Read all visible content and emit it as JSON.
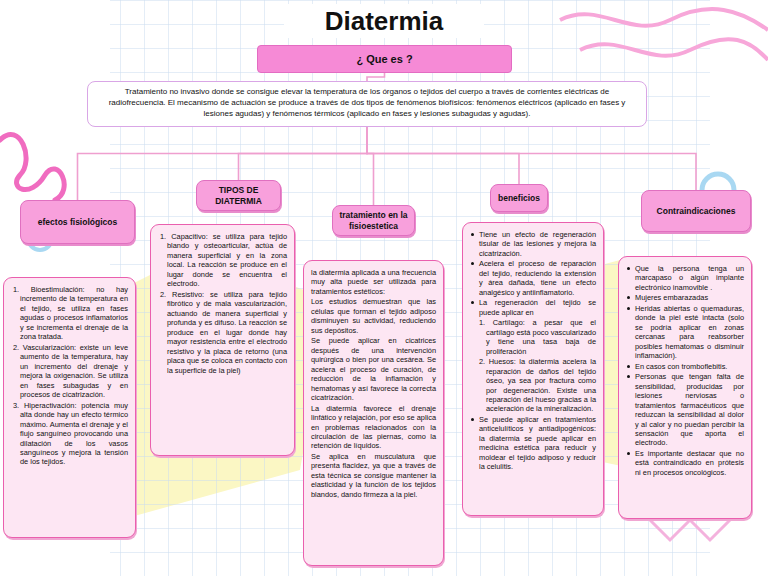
{
  "diagram": {
    "title": "Diatermia",
    "nodes": [
      {
        "text": [
          "¿ Que es ?"
        ]
      },
      {
        "text": [
          "Tratamiento no invasivo donde se consigue elevar la temperatura de los órganos o tejidos del cuerpo a través de corrientes eléctricas de radiofrecuencia. El mecanismo de actuación se produce a través de dos tipos de fenómenos biofísicos: fenómenos eléctricos (aplicado en fases y lesiones agudas) y fenómenos térmicos (aplicado en fases y lesiones subagudas y agudas)."
        ]
      },
      {
        "text": [
          "efectos fisiológicos"
        ]
      },
      {
        "text": [
          "1. Bioestimulación: no hay incremento de la temperatura en el tejido, se utiliza en fases agudas o procesos inflamatorios y se incrementa el drenaje de la zona tratada.",
          "2. Vascularización: existe un leve aumento de la temperatura, hay un incremento del drenaje y mejora la oxigenación. Se utiliza en fases subagudas y en procesos de cicatrización.",
          "3. Hiperactivación: potencia muy alta donde hay un efecto térmico máximo. Aumenta el drenaje y el flujo sanguíneo provocando una dilatación de los vasos sanguíneos y mejora la tensión de los tejidos."
        ]
      },
      {
        "text": [
          "TIPOS DE DIATERMIA"
        ]
      },
      {
        "text": [
          "1. Capacitivo: se utiliza para tejido blando y osteoarticular, actúa de manera superficial y en la zona local. La reacción se produce en el lugar donde se encuentra el electrodo.",
          "2. Resistivo: se utiliza para tejido fibrótico y de mala vascularización, actuando de manera superficial y profunda y es difuso. La reacción se produce en el lugar donde hay mayor resistencia entre el electrodo resistivo y la placa de retorno (una placa que se coloca en contacto con la superficie de la piel)"
        ]
      },
      {
        "text": [
          "tratamiento en la fisioestetica"
        ]
      },
      {
        "text": [
          "la diatermia aplicada a una frecuencia muy alta puede ser utilizada para tratamientos estéticos:",
          "Los estudios demuestran que las células que forman el tejido adiposo disminuyen su actividad, reduciendo sus depósitos.",
          "Se puede aplicar en cicatrices después de una intervención quirúrgica o bien por una cesárea. Se acelera el proceso de curación, de reducción de la inflamación y hematomas y así favorece la correcta cicatrización.",
          "La diatermia favorece el drenaje linfático y relajación, por eso se aplica en problemas relacionados con la circulación de las piernas, como la retención de líquidos.",
          "Se aplica en musculatura que presenta flacidez, ya que a través de esta técnica se consigue mantener la elasticidad y la función de los tejidos blandos, dando firmeza a la piel."
        ]
      },
      {
        "text": [
          "beneficios"
        ]
      },
      {
        "text": [
          "Tiene un efecto de regeneración tisular de las lesiones y mejora la cicatrización.",
          "Acelera el proceso de reparación del tejido, reduciendo la extensión y área dañada, tiene un efecto analgésico y antiinflamatorio.",
          "La regeneración del tejido se puede aplicar en",
          "1. Cartílago: a pesar que el cartílago está poco vascularizado y tiene una tasa baja de proliferación",
          "2. Huesos: la diatermia acelera la reparación de daños del tejido óseo, ya sea por fractura como por degeneración. Existe una reparación del hueso gracias a la aceleración de la mineralización.",
          "Se puede aplicar en tratamientos anticelulíticos y antiadipogénicos: la diatermia se puede aplicar en medicina estética para reducir y moldear el tejido adiposo y reducir la celulitis."
        ]
      },
      {
        "text": [
          "Contraindicaciones"
        ]
      },
      {
        "text": [
          "Que la persona tenga un marcapaso o algún implante electrónico inamovible .",
          "Mujeres embarazadas",
          "Heridas abiertas o quemaduras, donde la piel esté intacta (solo se podría aplicar en zonas cercanas para reabsorber posibles hematomas o disminuir inflamación).",
          "En casos con tromboflebitis.",
          "Personas que tengan falta de sensibilidad, producidas por lesiones nerviosas o tratamientos farmacéuticos que reduzcan la sensibilidad al dolor y al calor y no puedan percibir la sensación que aporta el electrodo.",
          "Es importante destacar que no está contraindicado en prótesis ni en procesos oncológicos."
        ]
      }
    ],
    "edges": [
      {
        "from": 0,
        "to": 1,
        "arrow": "none"
      },
      {
        "from": 1,
        "to": 2,
        "arrow": "none"
      },
      {
        "from": 1,
        "to": 4,
        "arrow": "none"
      },
      {
        "from": 1,
        "to": 6,
        "arrow": "none"
      },
      {
        "from": 1,
        "to": 8,
        "arrow": "none"
      },
      {
        "from": 1,
        "to": 10,
        "arrow": "none"
      }
    ]
  }
}
